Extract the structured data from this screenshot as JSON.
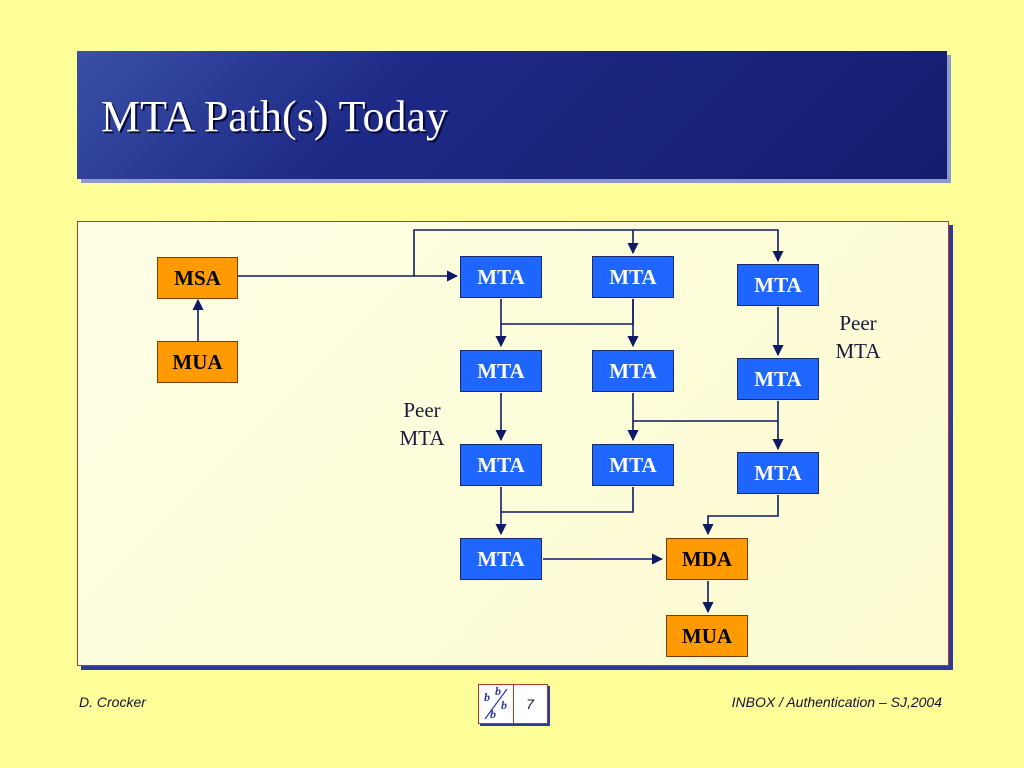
{
  "title": "MTA Path(s) Today",
  "diagram": {
    "nodes": [
      {
        "id": "msa",
        "label": "MSA",
        "kind": "orange"
      },
      {
        "id": "mua-left",
        "label": "MUA",
        "kind": "orange"
      },
      {
        "id": "mta-1-1",
        "label": "MTA",
        "kind": "blue"
      },
      {
        "id": "mta-1-2",
        "label": "MTA",
        "kind": "blue"
      },
      {
        "id": "mta-1-3",
        "label": "MTA",
        "kind": "blue"
      },
      {
        "id": "mta-2-1",
        "label": "MTA",
        "kind": "blue"
      },
      {
        "id": "mta-2-2",
        "label": "MTA",
        "kind": "blue"
      },
      {
        "id": "mta-2-3",
        "label": "MTA",
        "kind": "blue"
      },
      {
        "id": "mta-3-1",
        "label": "MTA",
        "kind": "blue"
      },
      {
        "id": "mta-3-2",
        "label": "MTA",
        "kind": "blue"
      },
      {
        "id": "mta-3-3",
        "label": "MTA",
        "kind": "blue"
      },
      {
        "id": "mta-4-1",
        "label": "MTA",
        "kind": "blue"
      },
      {
        "id": "mda",
        "label": "MDA",
        "kind": "orange"
      },
      {
        "id": "mua-bottom",
        "label": "MUA",
        "kind": "orange"
      }
    ],
    "edges": [
      {
        "from": "mua-left",
        "to": "msa"
      },
      {
        "from": "msa",
        "to": "mta-1-1"
      },
      {
        "from": "msa",
        "to": "mta-1-2"
      },
      {
        "from": "msa",
        "to": "mta-1-3"
      },
      {
        "from": "mta-1-1",
        "to": "mta-2-1"
      },
      {
        "from": "mta-1-2",
        "to": "mta-2-1"
      },
      {
        "from": "mta-1-2",
        "to": "mta-2-2"
      },
      {
        "from": "mta-1-3",
        "to": "mta-2-3"
      },
      {
        "from": "mta-2-1",
        "to": "mta-3-1"
      },
      {
        "from": "mta-2-2",
        "to": "mta-3-2"
      },
      {
        "from": "mta-2-2",
        "to": "mta-3-3"
      },
      {
        "from": "mta-2-3",
        "to": "mta-3-3"
      },
      {
        "from": "mta-3-1",
        "to": "mta-4-1"
      },
      {
        "from": "mta-3-2",
        "to": "mta-4-1"
      },
      {
        "from": "mta-3-3",
        "to": "mda"
      },
      {
        "from": "mta-4-1",
        "to": "mda"
      },
      {
        "from": "mda",
        "to": "mua-bottom"
      }
    ],
    "annotations": {
      "peer_right_line1": "Peer",
      "peer_right_line2": "MTA",
      "peer_left_line1": "Peer",
      "peer_left_line2": "MTA"
    },
    "colors": {
      "mta_fill": "#1f66ff",
      "agent_fill": "#ff9a00",
      "connector": "#0d1a66"
    }
  },
  "footer": {
    "author": "D. Crocker",
    "page_number": "7",
    "event": "INBOX / Authentication – SJ,2004",
    "logo_icon": "bbb-logo-icon"
  }
}
